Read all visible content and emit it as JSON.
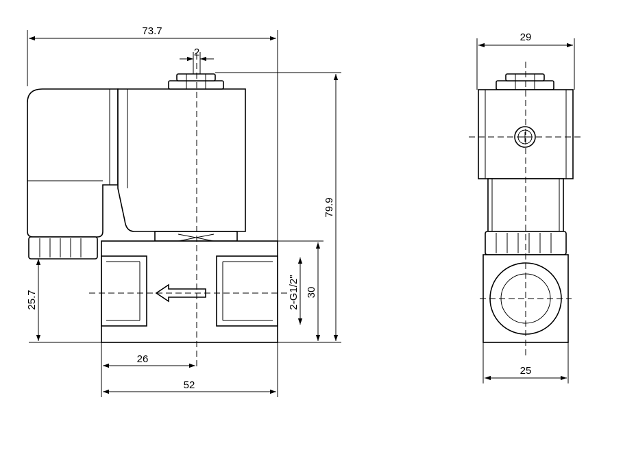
{
  "front_view": {
    "dims": {
      "overall_width": "73.7",
      "stem_width": "2",
      "overall_height": "79.9",
      "inlet_height": "25.7",
      "body_height": "30",
      "thread_spec": "2-G1/2\"",
      "half_width": "26",
      "body_width": "52"
    }
  },
  "side_view": {
    "dims": {
      "coil_width": "29",
      "body_width": "25"
    }
  }
}
